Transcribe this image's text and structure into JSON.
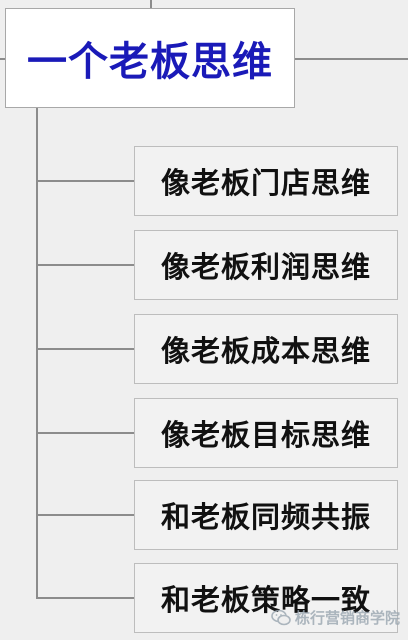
{
  "diagram": {
    "root": {
      "label": "一个老板思维"
    },
    "children": [
      {
        "label": "像老板门店思维"
      },
      {
        "label": "像老板利润思维"
      },
      {
        "label": "像老板成本思维"
      },
      {
        "label": "像老板目标思维"
      },
      {
        "label": "和老板同频共振"
      },
      {
        "label": "和老板策略一致"
      }
    ]
  },
  "watermark": {
    "text": "栋行营销商学院",
    "icon": "chat-bubble-icon"
  },
  "colors": {
    "root_text": "#1a1ab8",
    "connector": "#8c8c8c",
    "background": "#efefef"
  }
}
